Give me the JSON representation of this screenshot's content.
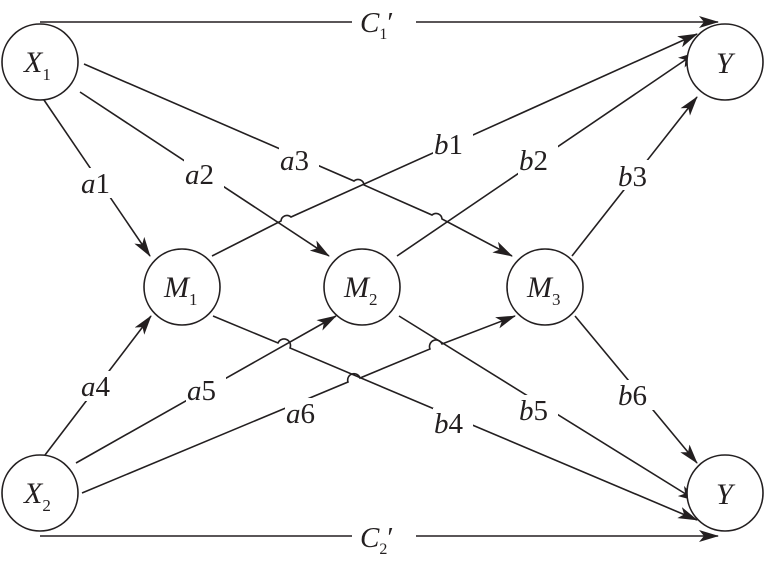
{
  "colors": {
    "stroke": "#231f20",
    "background": "#ffffff"
  },
  "nodes": {
    "x1": {
      "main": "X",
      "sub": "1"
    },
    "x2": {
      "main": "X",
      "sub": "2"
    },
    "m1": {
      "main": "M",
      "sub": "1"
    },
    "m2": {
      "main": "M",
      "sub": "2"
    },
    "m3": {
      "main": "M",
      "sub": "3"
    },
    "y_top": {
      "main": "Y",
      "sub": ""
    },
    "y_bottom": {
      "main": "Y",
      "sub": ""
    }
  },
  "paths": {
    "a1": {
      "letter": "a",
      "num": "1"
    },
    "a2": {
      "letter": "a",
      "num": "2"
    },
    "a3": {
      "letter": "a",
      "num": "3"
    },
    "a4": {
      "letter": "a",
      "num": "4"
    },
    "a5": {
      "letter": "a",
      "num": "5"
    },
    "a6": {
      "letter": "a",
      "num": "6"
    },
    "b1": {
      "letter": "b",
      "num": "1"
    },
    "b2": {
      "letter": "b",
      "num": "2"
    },
    "b3": {
      "letter": "b",
      "num": "3"
    },
    "b4": {
      "letter": "b",
      "num": "4"
    },
    "b5": {
      "letter": "b",
      "num": "5"
    },
    "b6": {
      "letter": "b",
      "num": "6"
    },
    "c1": {
      "letter": "C",
      "num": "1",
      "prime": "′"
    },
    "c2": {
      "letter": "C",
      "num": "2",
      "prime": "′"
    }
  }
}
